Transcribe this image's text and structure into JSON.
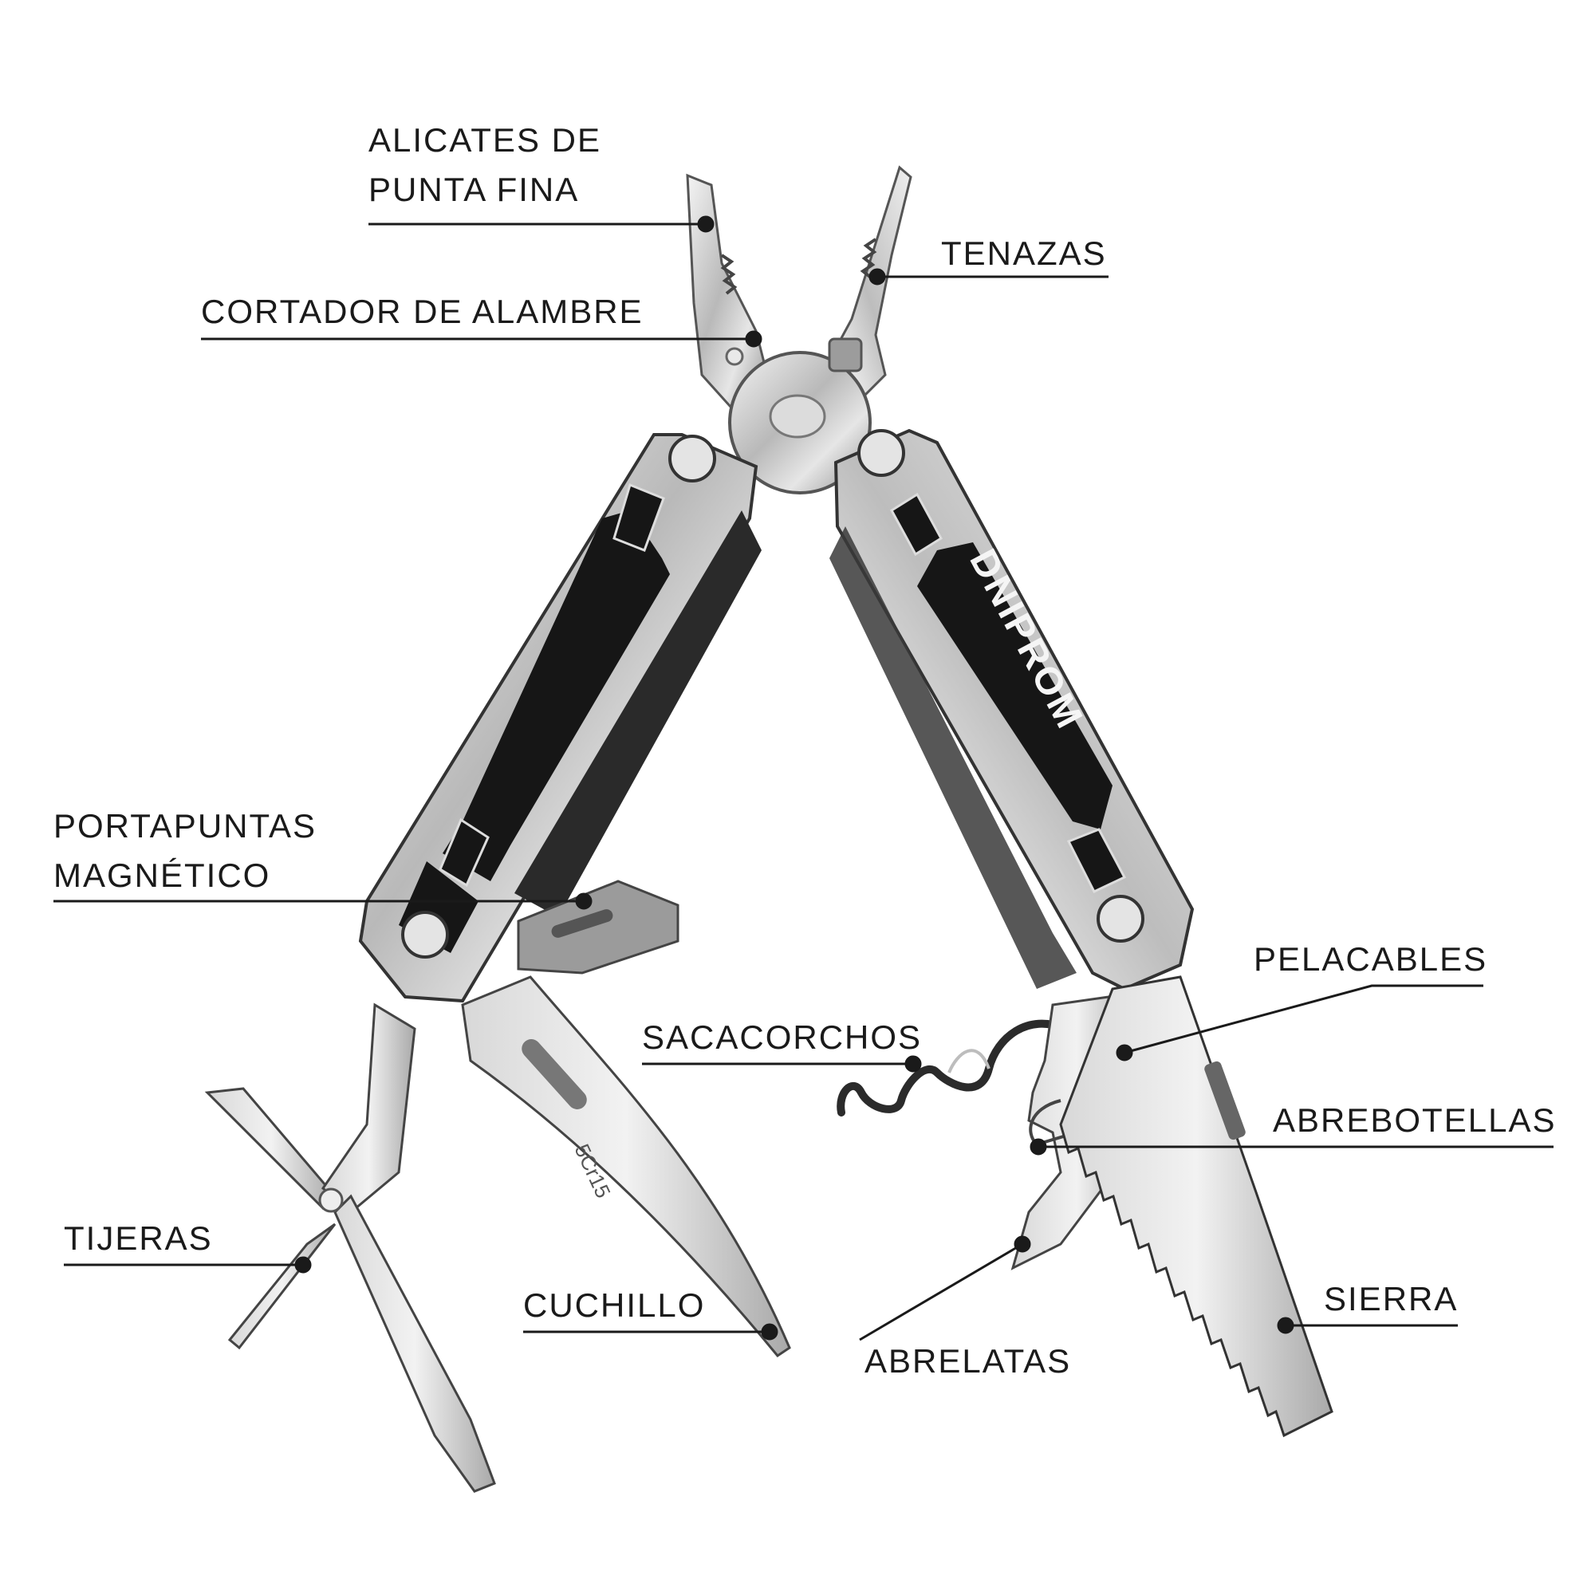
{
  "brand": {
    "logo_text": "DNIPROM",
    "blade_mark": "5Cr15"
  },
  "colors": {
    "ink": "#1a1a1a",
    "steel": "#c9c9c9",
    "steel_dark": "#8e8e8e",
    "handle_black": "#161616"
  },
  "labels": {
    "alicates": {
      "line1": "ALICATES DE",
      "line2": "PUNTA FINA"
    },
    "tenazas": "TENAZAS",
    "cortador": "CORTADOR DE ALAMBRE",
    "portapuntas": {
      "line1": "PORTAPUNTAS",
      "line2": "MAGNÉTICO"
    },
    "pelacables": "PELACABLES",
    "sacacorchos": "SACACORCHOS",
    "abrebotellas": "ABREBOTELLAS",
    "tijeras": "TIJERAS",
    "cuchillo": "CUCHILLO",
    "sierra": "SIERRA",
    "abrelatas": "ABRELATAS"
  }
}
